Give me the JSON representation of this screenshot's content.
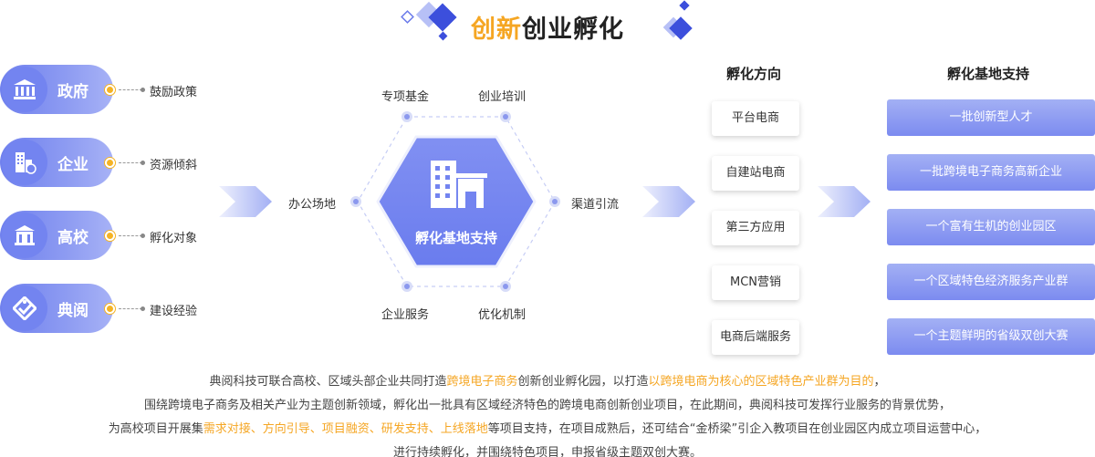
{
  "title": {
    "highlight": "创新",
    "rest": "创业孵化"
  },
  "left_items": [
    {
      "label": "政府",
      "icon": "government-building-icon",
      "text": "鼓励政策"
    },
    {
      "label": "企业",
      "icon": "enterprise-building-icon",
      "text": "资源倾斜"
    },
    {
      "label": "高校",
      "icon": "university-building-icon",
      "text": "孵化对象"
    },
    {
      "label": "典阅",
      "icon": "dianyue-logo-icon",
      "text": "建设经验"
    }
  ],
  "hexagon": {
    "center_label": "孵化基地支持",
    "top_left": "专项基金",
    "top_right": "创业培训",
    "left": "办公场地",
    "right": "渠道引流",
    "bottom_left": "企业服务",
    "bottom_right": "优化机制"
  },
  "direction": {
    "title": "孵化方向",
    "items": [
      "平台电商",
      "自建站电商",
      "第三方应用",
      "MCN营销",
      "电商后端服务"
    ]
  },
  "support": {
    "title": "孵化基地支持",
    "items": [
      "一批创新型人才",
      "一批跨境电子商务高新企业",
      "一个富有生机的创业园区",
      "一个区域特色经济服务产业群",
      "一个主题鲜明的省级双创大赛"
    ]
  },
  "paragraph": {
    "l1_a": "典阅科技可联合高校、区域头部企业共同打造",
    "l1_hl1": "跨境电子商务",
    "l1_b": "创新创业孵化园，以打造",
    "l1_hl2": "以跨境电商为核心的区域特色产业群为目的",
    "l1_c": "，",
    "l2": "围绕跨境电子商务及相关产业为主题创新领域，孵化出一批具有区域经济特色的跨境电商创新创业项目，在此期间，典阅科技可发挥行业服务的背景优势，",
    "l3_a": "为高校项目开展集",
    "l3_hl": "需求对接、方向引导、项目融资、研发支持、上线落地",
    "l3_b": "等项目支持，在项目成熟后，还可结合“金桥梁”引企入教项目在创业园区内成立项目运营中心，",
    "l4": "进行持续孵化，并围绕特色项目，申报省级主题双创大赛。"
  },
  "colors": {
    "accent": "#f5a623",
    "primary": "#7384f0",
    "light": "#a3b0f4"
  }
}
